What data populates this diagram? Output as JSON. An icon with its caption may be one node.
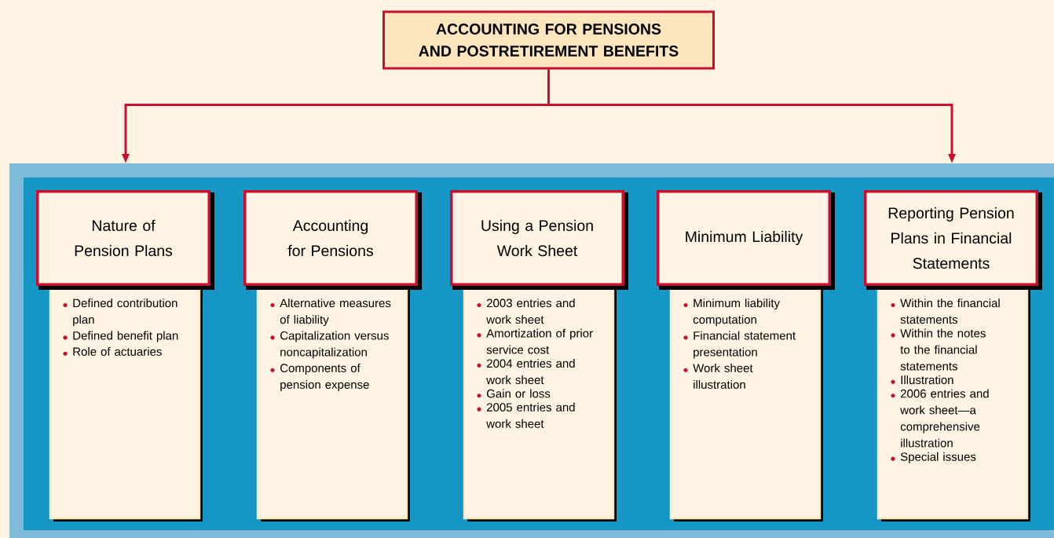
{
  "diagram": {
    "nodes": [
      {
        "text": [
          "ACCOUNTING FOR PENSIONS AND POSTRETIREMENT BENEFITS"
        ]
      },
      {
        "text": [],
        "shape": "box"
      },
      {
        "text": [
          "Nature of Pension Plans"
        ],
        "in": 1
      },
      {
        "text": [
          "Defined contribution plan",
          "Defined benefit plan",
          "Role of actuaries"
        ],
        "in": 1
      },
      {
        "text": [
          "Accounting for Pensions"
        ],
        "in": 1
      },
      {
        "text": [
          "Alternative measures of liability",
          "Capitalization versus noncapitalization",
          "Components of pension expense"
        ],
        "in": 1
      },
      {
        "text": [
          "Using a Pension Work Sheet"
        ],
        "in": 1
      },
      {
        "text": [
          "2003 entries and work sheet",
          "Amortization of prior service cost",
          "2004 entries and work sheet",
          "Gain or loss",
          "2005 entries and work sheet"
        ],
        "in": 1
      },
      {
        "text": [
          "Minimum Liability"
        ],
        "in": 1
      },
      {
        "text": [
          "Minimum liability computation",
          "Financial statement presentation",
          "Work sheet illustration"
        ],
        "in": 1
      },
      {
        "text": [
          "Reporting Pension Plans in Financial Statements"
        ],
        "in": 1
      },
      {
        "text": [
          "Within the financial statements",
          "Within the notes to the financial statements",
          "Illustration",
          "2006 entries and work sheet—a comprehensive illustration",
          "Special issues"
        ],
        "in": 1
      }
    ],
    "edges": [
      {
        "from": 0,
        "to": 1,
        "arrow": "to"
      },
      {
        "from": 0,
        "to": 1,
        "arrow": "to"
      }
    ]
  }
}
